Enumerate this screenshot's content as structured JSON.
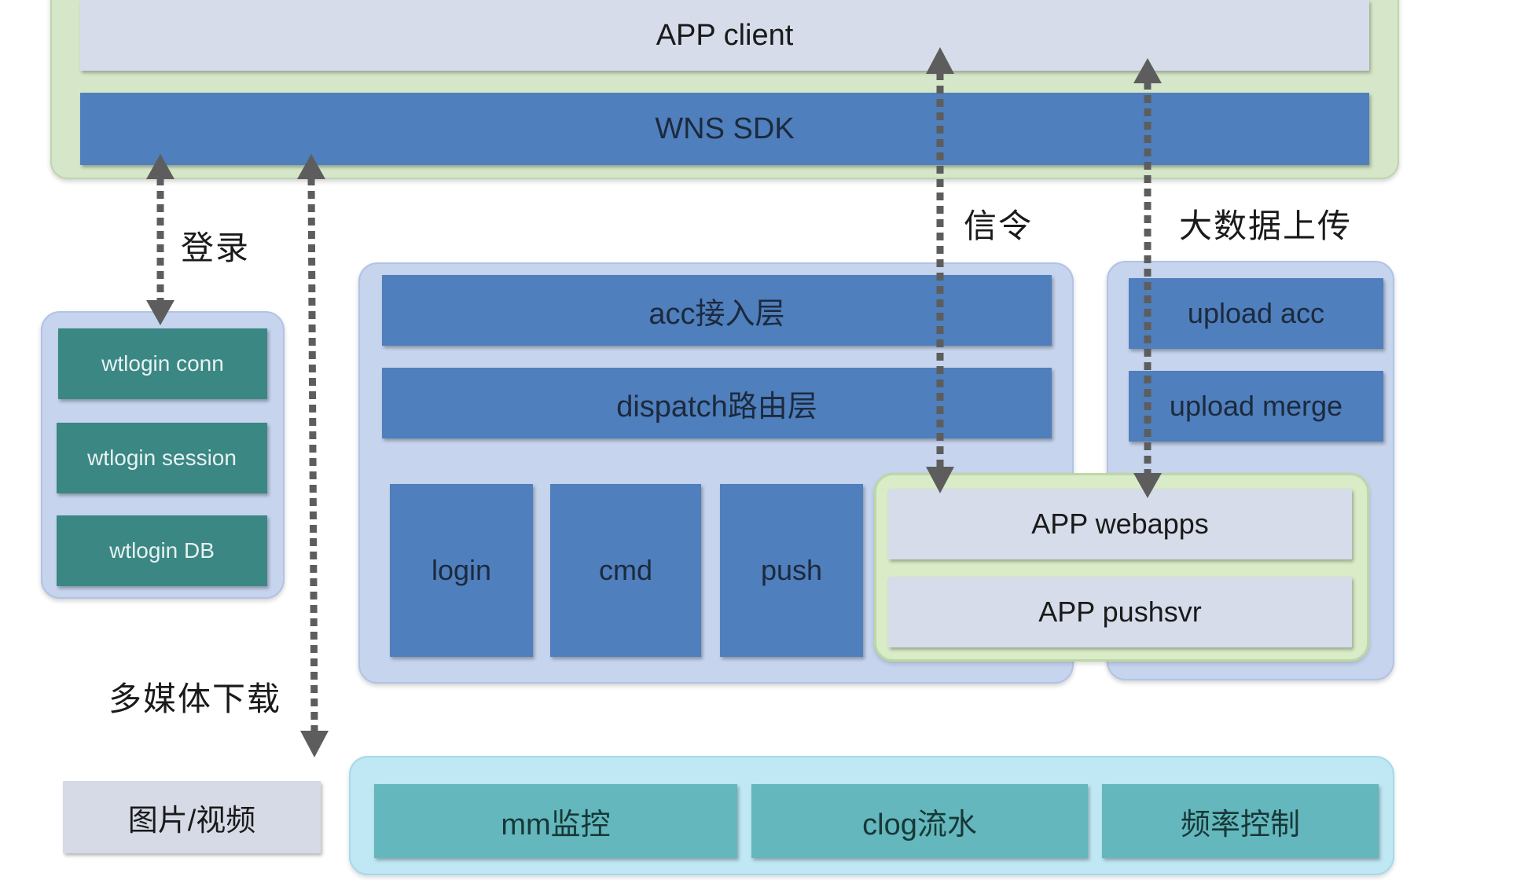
{
  "top": {
    "app_client": "APP client",
    "wns_sdk": "WNS SDK"
  },
  "labels": {
    "login": "登录",
    "signal": "信令",
    "bigdata_upload": "大数据上传",
    "media_download": "多媒体下载"
  },
  "wtlogin": {
    "conn": "wtlogin conn",
    "session": "wtlogin session",
    "db": "wtlogin DB"
  },
  "core": {
    "acc": "acc接入层",
    "dispatch": "dispatch路由层",
    "login": "login",
    "cmd": "cmd",
    "push": "push"
  },
  "app_services": {
    "webapps": "APP webapps",
    "pushsvr": "APP pushsvr"
  },
  "upload": {
    "acc": "upload acc",
    "merge": "upload merge"
  },
  "media": {
    "label": "图片/视频"
  },
  "bottom": {
    "mm": "mm监控",
    "clog": "clog流水",
    "freq": "频率控制"
  },
  "colors": {
    "arrow": "#5d5d5d",
    "block_blue": "#4f7fbc",
    "block_teal": "#3b8784",
    "block_cyan": "#64b7bc",
    "block_light": "#d6dcea"
  }
}
